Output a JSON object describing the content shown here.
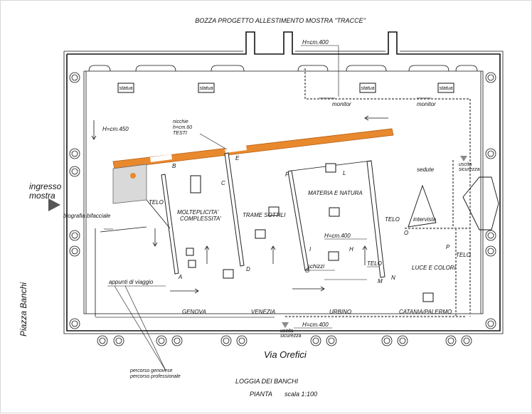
{
  "title": "BOZZA PROGETTO ALLESTIMENTO MOSTRA \"TRACCE\"",
  "footer": {
    "line1": "LOGGIA DEI BANCHI",
    "plan": "PIANTA",
    "scale": "scala 1:100"
  },
  "streets": {
    "bottom": "Via Orefici",
    "left": "Piazza Banchi"
  },
  "entrance": {
    "line1": "ingresso",
    "line2": "mostra"
  },
  "statue_label": "statua",
  "rooms": {
    "complexity_1": "MOLTEPLICITA'",
    "complexity_2": "COMPLESSITA'",
    "threads": "TRAME SOTTILI",
    "matter": "MATERIA E NATURA",
    "light": "LUCE E COLORI"
  },
  "cities": [
    "GENOVA",
    "VENEZIA",
    "URBINO",
    "CATANIA/PALERMO"
  ],
  "annotations": {
    "h400_top": "H=cm.400",
    "h450": "H=cm.450",
    "niches_1": "nicchie",
    "niches_2": "h=cm.60",
    "niches_3": "TESTI",
    "monitor": "monitor",
    "seats": "sedute",
    "interview": "intervista",
    "exit_1": "uscita",
    "exit_2": "sicurezza",
    "telo": "TELO",
    "h400_mid": "H=cm.400",
    "h400_bottom": "H=cm.400",
    "biography": "biografia bifacciale",
    "notes": "appunti di viaggio",
    "sketches": "schizzi",
    "route_1": "percorso genovese",
    "route_2": "percorso professionale"
  },
  "points": {
    "A": "A",
    "B": "B",
    "C": "C",
    "D": "D",
    "E": "E",
    "F": "F",
    "G": "G",
    "H": "H",
    "I": "I",
    "L": "L",
    "M": "M",
    "N": "N",
    "O": "O",
    "P": "P"
  }
}
